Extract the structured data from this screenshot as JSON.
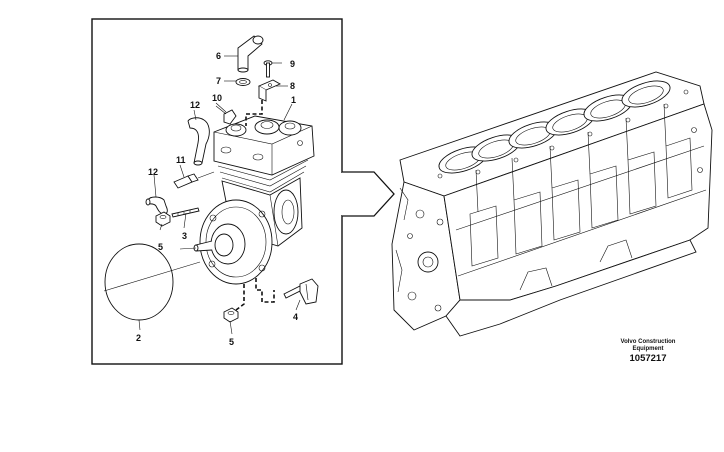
{
  "callouts": {
    "c1": "1",
    "c2": "2",
    "c3": "3",
    "c4": "4",
    "c5a": "5",
    "c5b": "5",
    "c6": "6",
    "c7": "7",
    "c8": "8",
    "c9": "9",
    "c10": "10",
    "c11": "11",
    "c12a": "12",
    "c12b": "12"
  },
  "credit": {
    "line1": "Volvo Construction",
    "line2": "Equipment",
    "reference": "1057217"
  }
}
